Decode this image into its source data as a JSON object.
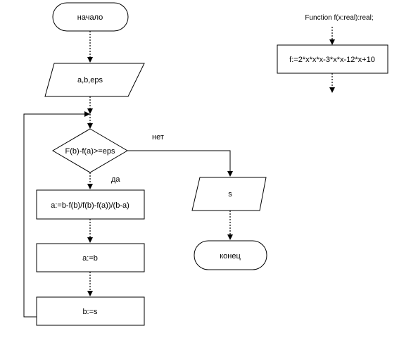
{
  "flowchart": {
    "start_label": "начало",
    "input_label": "a,b,eps",
    "condition_label": "F(b)-f(a)>=eps",
    "no_label": "нет",
    "yes_label": "да",
    "step1_label": "a:=b-f(b)/f(b)-f(a))/(b-a)",
    "step2_label": "a:=b",
    "step3_label": "b:=s",
    "output_label": "s",
    "end_label": "конец"
  },
  "function_block": {
    "title": "Function f(x:real):real;",
    "body_label": "f:=2*x*x*x-3*x*x-12*x+10"
  }
}
